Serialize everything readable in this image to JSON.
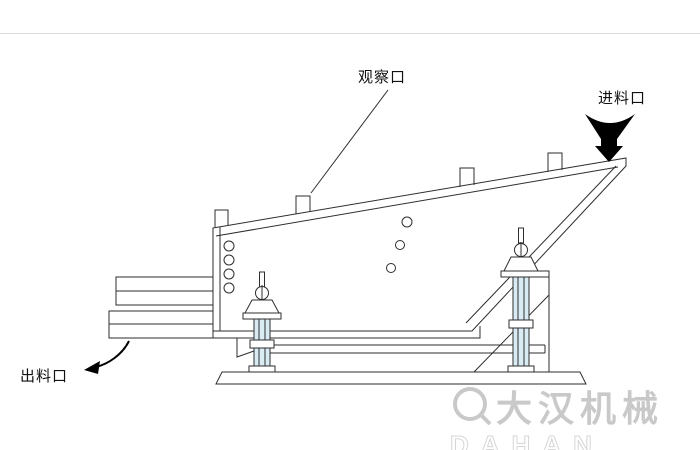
{
  "canvas": {
    "background": "#ffffff",
    "line_color": "#2e2e2e",
    "top_rule_color": "#dcdcdc"
  },
  "labels": {
    "observation_port": "观察口",
    "feed_inlet": "进料口",
    "discharge_outlet": "出料口"
  },
  "colors": {
    "spring_fill": "#d9ecf4",
    "arrow_fill": "#000000",
    "watermark": "#c9c9c9"
  },
  "watermark": {
    "brand": "大汉机械",
    "subtext": "DAHAN"
  }
}
